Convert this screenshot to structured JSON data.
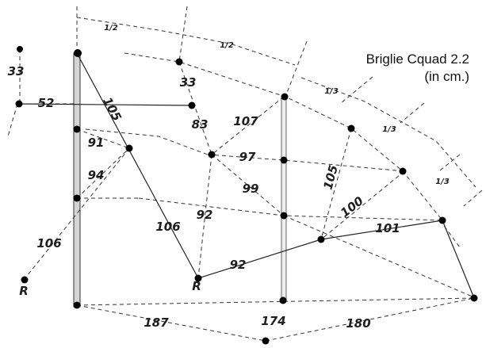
{
  "title": {
    "line1": "Briglie Cquad 2.2",
    "line2": "(in cm.)"
  },
  "labels": {
    "frac_half_a": "1/2",
    "frac_half_b": "1/2",
    "frac_third_a": "1/3",
    "frac_third_b": "1/3",
    "frac_third_c": "1/3",
    "m33_left": "33",
    "m52": "52",
    "m105_left": "105",
    "m91": "91",
    "m94": "94",
    "m106_left": "106",
    "r_left": "R",
    "m33_mid": "33",
    "m83": "83",
    "m107": "107",
    "m97": "97",
    "m99": "99",
    "m92_upper": "92",
    "m106_mid": "106",
    "r_mid": "R",
    "m92_lower": "92",
    "m105_right": "105",
    "m100": "100",
    "m101": "101",
    "m187": "187",
    "m174": "174",
    "m180": "180"
  },
  "colors": {
    "line": "#222222",
    "dashed": "#333333",
    "spar": "#d4d4d4",
    "node": "#000000"
  }
}
